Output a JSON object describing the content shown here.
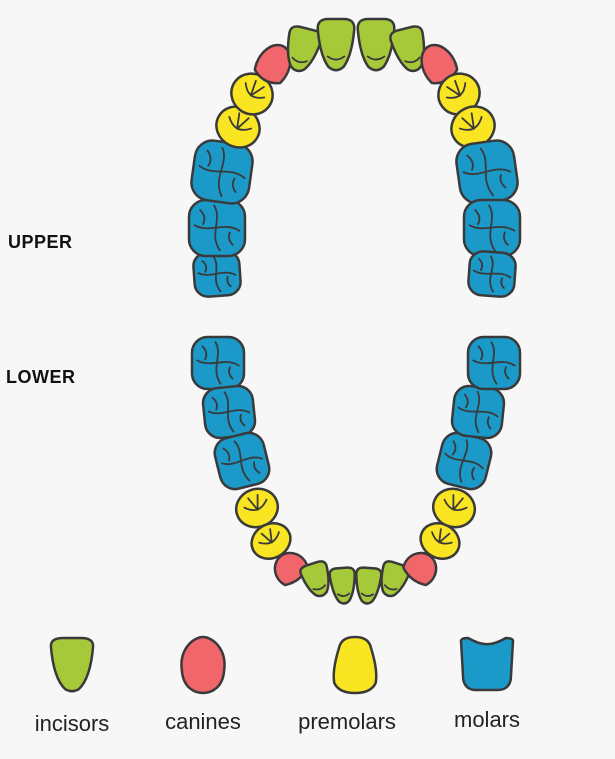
{
  "labels": {
    "upper": "UPPER",
    "lower": "LOWER"
  },
  "colors": {
    "incisor": "#a6c93a",
    "canine": "#f0666a",
    "premolar": "#fae522",
    "molar": "#1b99c9",
    "outline": "#3a3a3a",
    "background": "#f7f7f7"
  },
  "legend": [
    {
      "type": "incisor",
      "label": "incisors"
    },
    {
      "type": "canine",
      "label": "canines"
    },
    {
      "type": "premolar",
      "label": "premolars"
    },
    {
      "type": "molar",
      "label": "molars"
    }
  ],
  "upper_arch": [
    "molar",
    "molar",
    "molar",
    "premolar",
    "premolar",
    "canine",
    "incisor",
    "incisor",
    "incisor",
    "incisor",
    "canine",
    "premolar",
    "premolar",
    "molar",
    "molar",
    "molar"
  ],
  "lower_arch": [
    "molar",
    "molar",
    "molar",
    "premolar",
    "premolar",
    "canine",
    "incisor",
    "incisor",
    "incisor",
    "incisor",
    "canine",
    "premolar",
    "premolar",
    "molar",
    "molar",
    "molar"
  ]
}
